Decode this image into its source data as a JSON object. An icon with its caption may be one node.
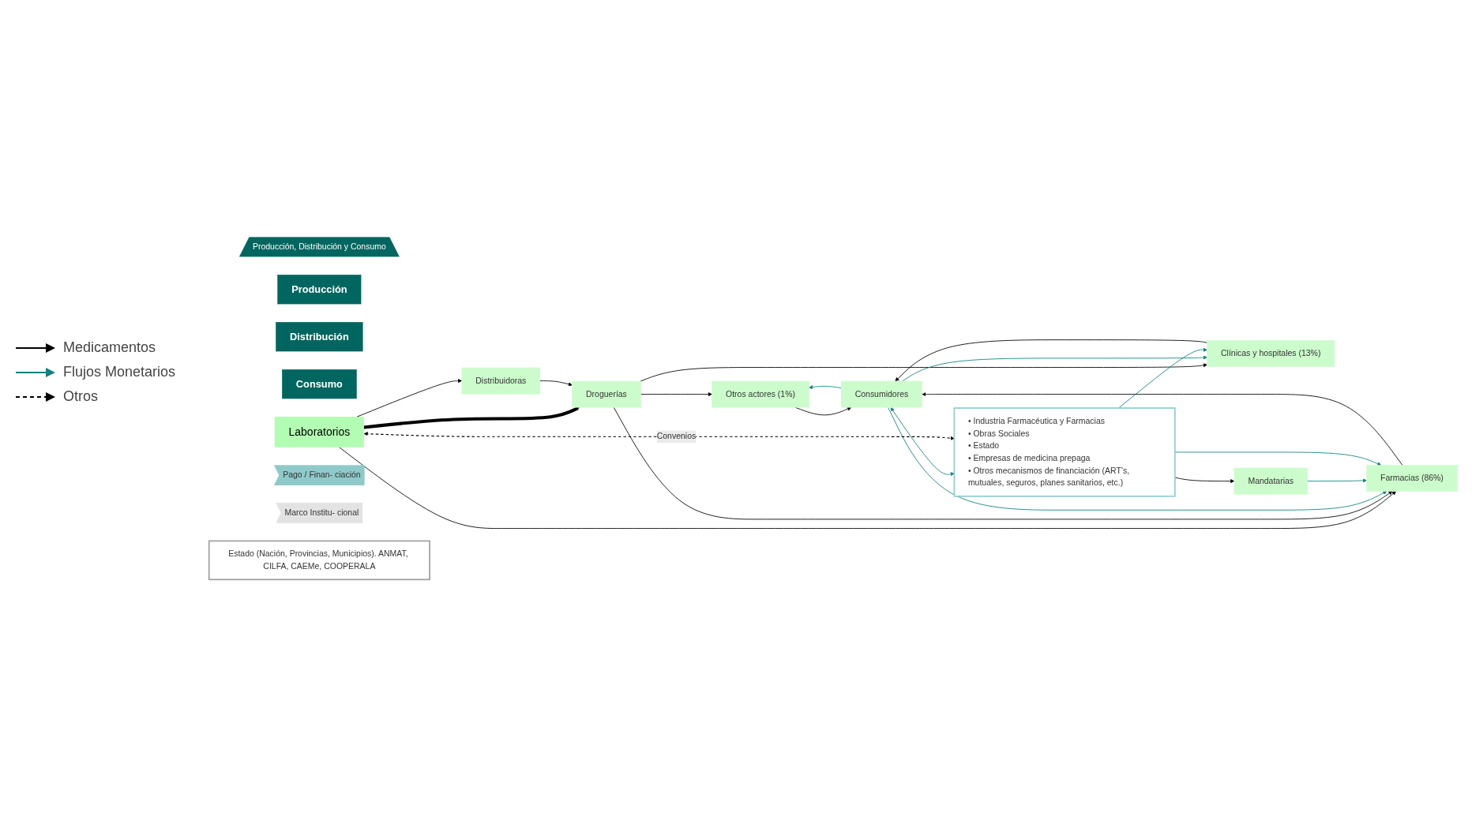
{
  "diagram": {
    "nodes": [
      {
        "text": [
          "Producción, Distribución y Consumo"
        ]
      },
      {
        "text": [
          "Producción"
        ]
      },
      {
        "text": [
          "Distribución"
        ]
      },
      {
        "text": [
          "Consumo"
        ]
      },
      {
        "text": [
          "Otros actores (1%)"
        ]
      },
      {
        "text": [
          "Laboratorios"
        ]
      },
      {
        "text": [
          "Farmacias (86%)"
        ]
      },
      {
        "text": [
          "Distribuidoras"
        ]
      },
      {
        "text": [
          "Droguerías"
        ]
      },
      {
        "text": [
          "Clínicas y hospitales (13%)"
        ]
      },
      {
        "text": [
          "Consumidores"
        ]
      },
      {
        "text": [
          "Mandatarias"
        ]
      },
      {
        "text": [
          "Pago / Finan- ciación"
        ]
      },
      {
        "text": [
          "• Industria Farmacéutica y Farmacias",
          "• Obras Sociales",
          "• Estado",
          "• Empresas de medicina prepaga",
          "• Otros mecanismos de financiación (ART’s, mutuales, seguros, planes sanitarios, etc.)"
        ]
      },
      {
        "text": [
          "Marco Institu- cional"
        ]
      },
      {
        "text": [
          "Estado (Nación, Provincias, Municipios). ANMAT, CILFA, CAEMe, COOPERALA"
        ]
      }
    ],
    "edges": [
      {
        "from": 5,
        "to": 7,
        "arrow": "to"
      },
      {
        "from": 5,
        "to": 6,
        "arrow": "to"
      },
      {
        "from": 5,
        "to": 8,
        "arrow": "to",
        "style": "thick"
      },
      {
        "from": 7,
        "to": 8,
        "arrow": "to"
      },
      {
        "from": 8,
        "to": 4,
        "arrow": "to"
      },
      {
        "from": 8,
        "to": 6,
        "arrow": "to"
      },
      {
        "from": 8,
        "to": 9,
        "arrow": "to"
      },
      {
        "from": 10,
        "to": 4,
        "arrow": "to",
        "color": "#138080"
      },
      {
        "from": 4,
        "to": 10,
        "arrow": "to"
      },
      {
        "from": 10,
        "to": 6,
        "arrow": "to",
        "color": "#138080"
      },
      {
        "from": 6,
        "to": 10,
        "arrow": "to"
      },
      {
        "from": 10,
        "to": 9,
        "arrow": "to",
        "color": "#138080"
      },
      {
        "from": 9,
        "to": 10,
        "arrow": "to"
      },
      {
        "from": 11,
        "to": 6,
        "arrow": "to",
        "color": "#138080"
      },
      {
        "from": 13,
        "to": 6,
        "arrow": "to",
        "color": "#138080"
      },
      {
        "from": 13,
        "to": 9,
        "arrow": "to",
        "color": "#138080"
      },
      {
        "from": 13,
        "to": 11,
        "arrow": "to"
      },
      {
        "from": 10,
        "to": 13,
        "arrow": "both",
        "color": "#138080"
      },
      {
        "from": 5,
        "to": 13,
        "arrow": "both",
        "style": "dashed",
        "label": "Convenios"
      }
    ],
    "legend": [
      {
        "text": "Medicamentos"
      },
      {
        "text": "Flujos Monetarios"
      },
      {
        "text": "Otros"
      }
    ]
  }
}
